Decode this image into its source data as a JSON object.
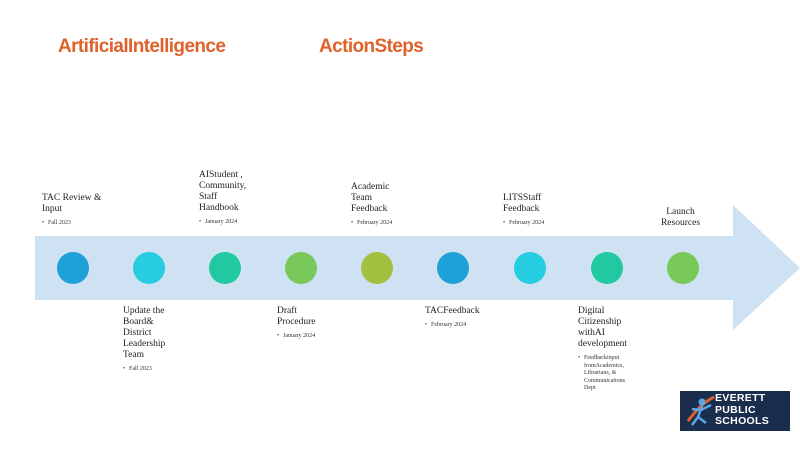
{
  "title": {
    "left": "ArtificialIntelligence",
    "right": "ActionSteps"
  },
  "colors": {
    "title": "#e0622a",
    "arrow": "#cfe2f3"
  },
  "steps_above": [
    {
      "label": "TAC Review    &\nInput",
      "detail": "Fall   2023"
    },
    {
      "label": "AIStudent       ,\nCommunity,\nStaff\nHandbook",
      "detail": "January     2024"
    },
    {
      "label": "Academic\nTeam\nFeedback",
      "detail": "February     2024"
    },
    {
      "label": "LITSStaff\nFeedback",
      "detail": "February     2024"
    },
    {
      "label": "Launch\nResources",
      "detail": ""
    }
  ],
  "steps_below": [
    {
      "label": "Update     the\nBoard&\nDistrict\nLeadership\nTeam",
      "detail": "Fall   2023"
    },
    {
      "label": "Draft\nProcedure",
      "detail": "January     2024"
    },
    {
      "label": "TACFeedback",
      "detail": "February     2024"
    },
    {
      "label": "Digital\nCitizenship\nwithAI\ndevelopment",
      "detail": "Feedbackinput\nfromAcademics,\nLibrarians,     &\nCommunications\nDept"
    }
  ],
  "timeline_dots": [
    {
      "color": "#1ea0d8"
    },
    {
      "color": "#26cce0"
    },
    {
      "color": "#20c9a0"
    },
    {
      "color": "#79c95a"
    },
    {
      "color": "#a3c13f"
    },
    {
      "color": "#1ea0d8"
    },
    {
      "color": "#26cce0"
    },
    {
      "color": "#20c9a0"
    },
    {
      "color": "#79c95a"
    }
  ],
  "logo": {
    "line1": "EVERETT",
    "line2": "PUBLIC",
    "line3": "SCHOOLS"
  }
}
